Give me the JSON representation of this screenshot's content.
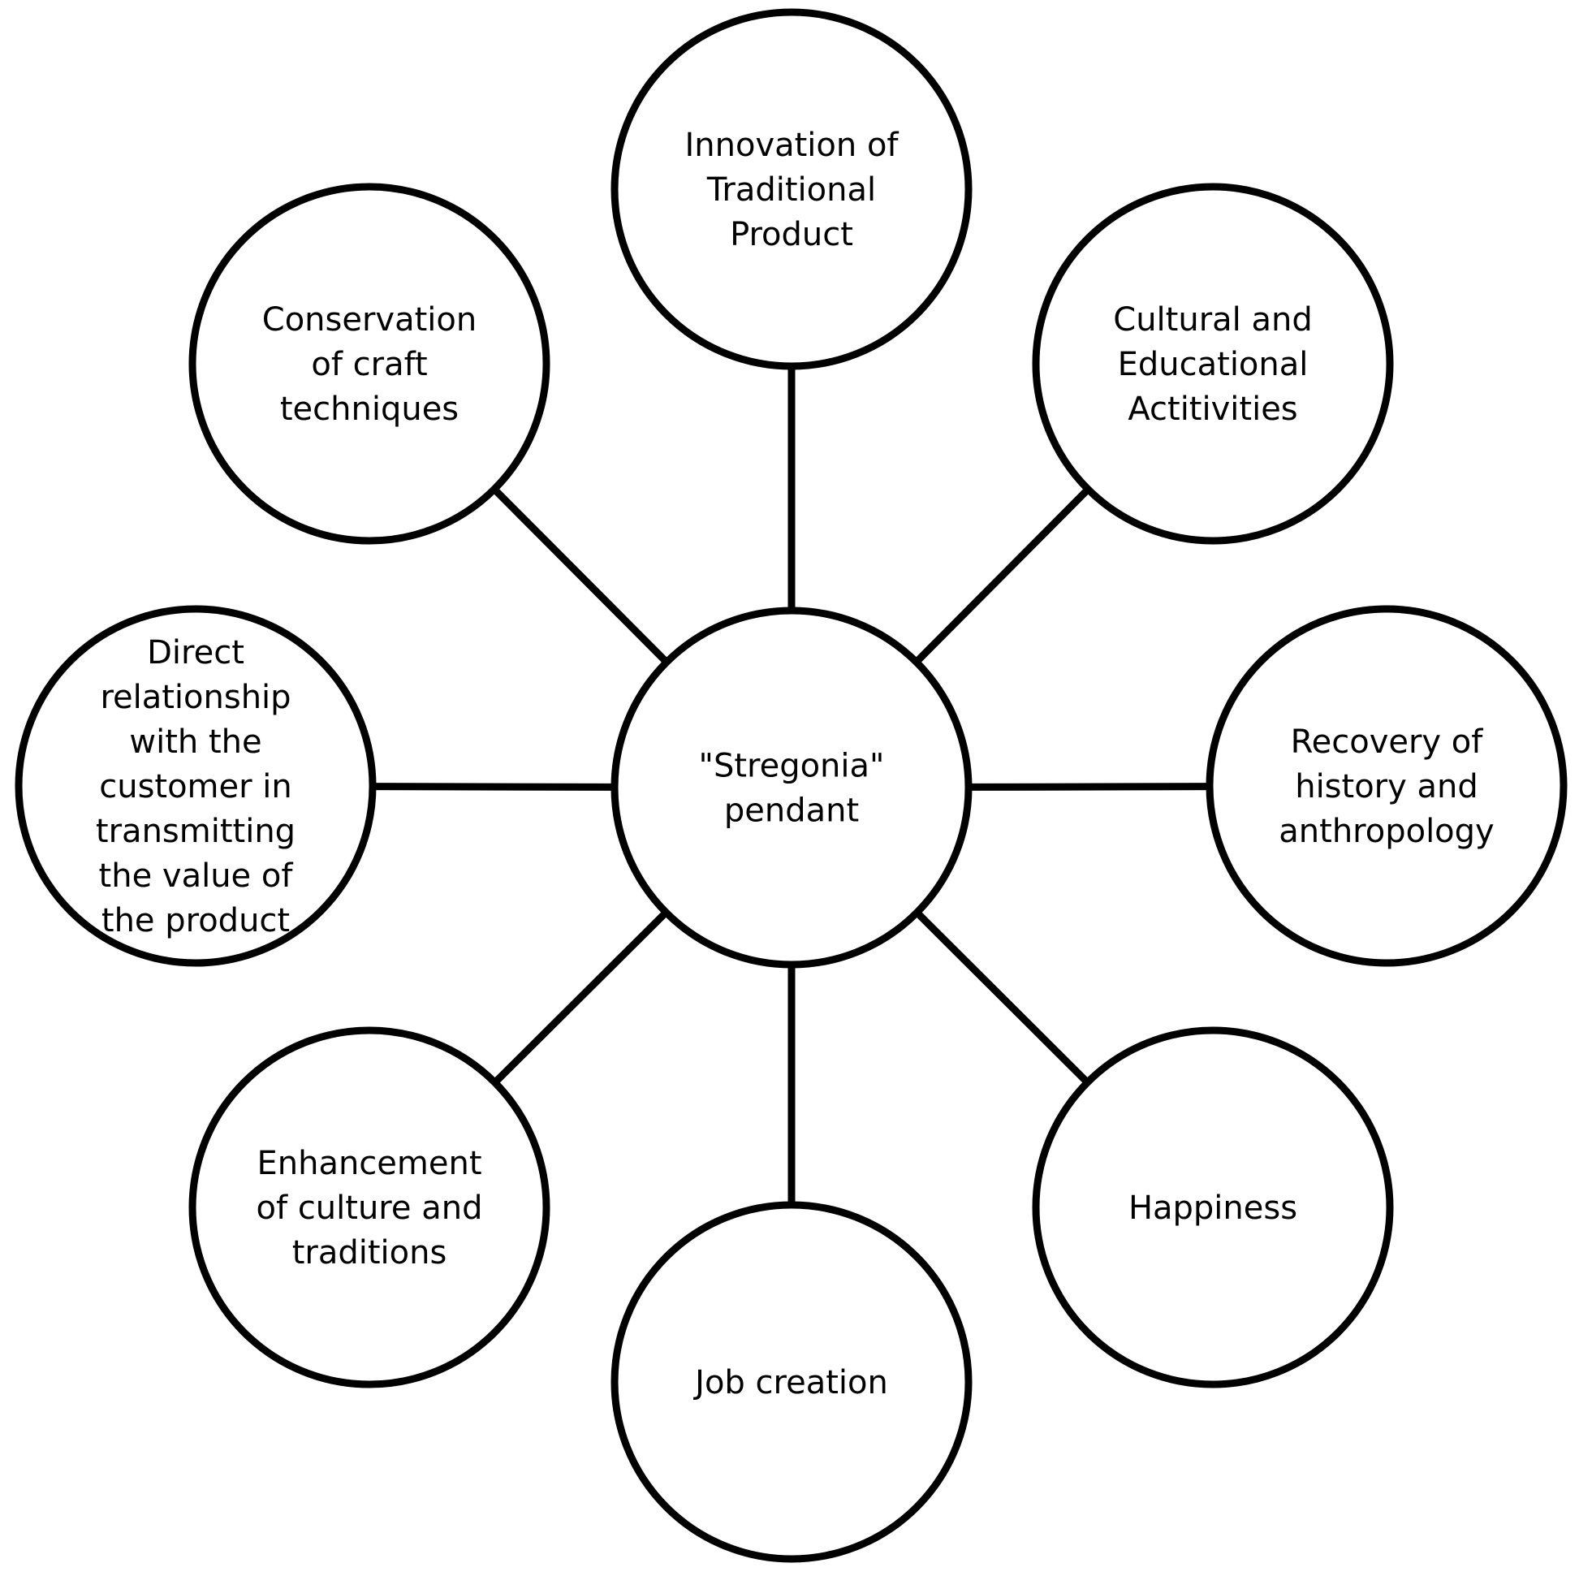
{
  "center": {
    "lines": [
      "\"Stregonia\"",
      "pendant"
    ]
  },
  "nodes": [
    {
      "id": "innovation",
      "lines": [
        "Innovation of",
        "Traditional",
        "Product"
      ]
    },
    {
      "id": "cultural-educational",
      "lines": [
        "Cultural and",
        "Educational",
        "Actitivities"
      ]
    },
    {
      "id": "recovery",
      "lines": [
        "Recovery of",
        "history and",
        "anthropology"
      ]
    },
    {
      "id": "happiness",
      "lines": [
        "Happiness"
      ]
    },
    {
      "id": "job-creation",
      "lines": [
        "Job creation"
      ]
    },
    {
      "id": "enhancement",
      "lines": [
        "Enhancement",
        "of culture and",
        "traditions"
      ]
    },
    {
      "id": "direct-relationship",
      "lines": [
        "Direct",
        "relationship",
        "with the",
        "customer in",
        "transmitting",
        "the value of",
        "the product"
      ]
    },
    {
      "id": "conservation",
      "lines": [
        "Conservation",
        "of craft",
        "techniques"
      ]
    }
  ],
  "colors": {
    "stroke": "#000000",
    "fill": "#ffffff",
    "text": "#000000"
  }
}
